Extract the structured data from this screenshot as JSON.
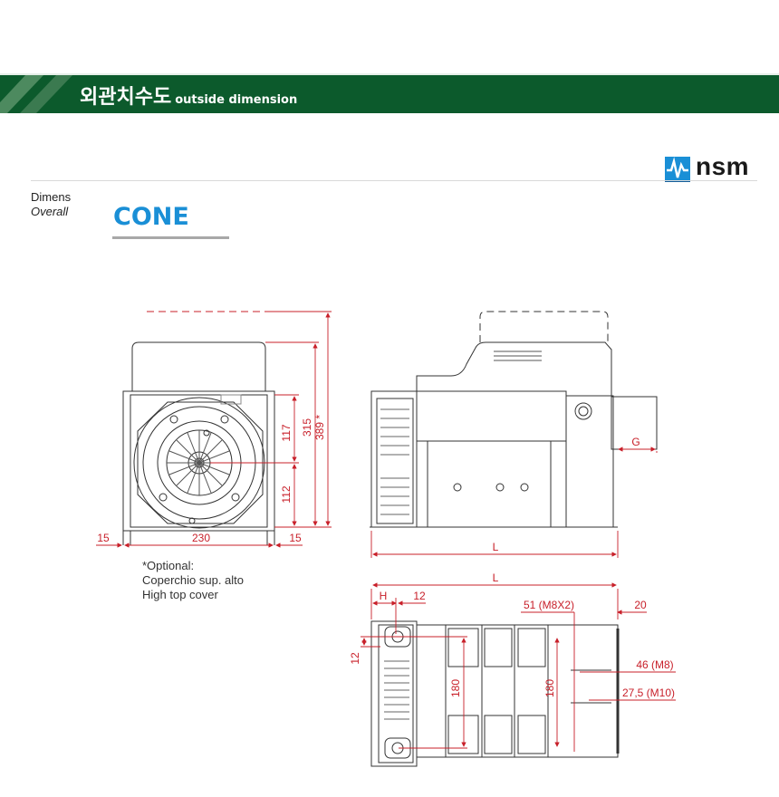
{
  "header": {
    "title_kr": "외관치수도",
    "title_en": "outside dimension"
  },
  "brand": {
    "name": "nsm",
    "icon": "nsm-wave-logo-icon",
    "accent": "#1a8fd6",
    "banner_color": "#0c5a2c",
    "dimension_color": "#c8202a"
  },
  "intro": {
    "line1": "Dimens",
    "line2": "Overall"
  },
  "product": {
    "name": "CONE"
  },
  "front_view": {
    "dim_117": "117",
    "dim_315": "315",
    "dim_389": "389 *",
    "dim_112": "112",
    "dim_230": "230",
    "dim_15_left": "15",
    "dim_15_right": "15",
    "note": {
      "line1": "*Optional:",
      "line2": "Coperchio sup. alto",
      "line3": "High top cover"
    }
  },
  "side_view": {
    "dim_G": "G",
    "dim_L": "L"
  },
  "top_view": {
    "dim_L": "L",
    "dim_H": "H",
    "dim_12_top": "12",
    "dim_51": "51 (M8X2)",
    "dim_20": "20",
    "dim_12_left": "12",
    "dim_180_left": "180",
    "dim_180_right": "180",
    "dim_46": "46 (M8)",
    "dim_27": "27,5 (M10)"
  }
}
